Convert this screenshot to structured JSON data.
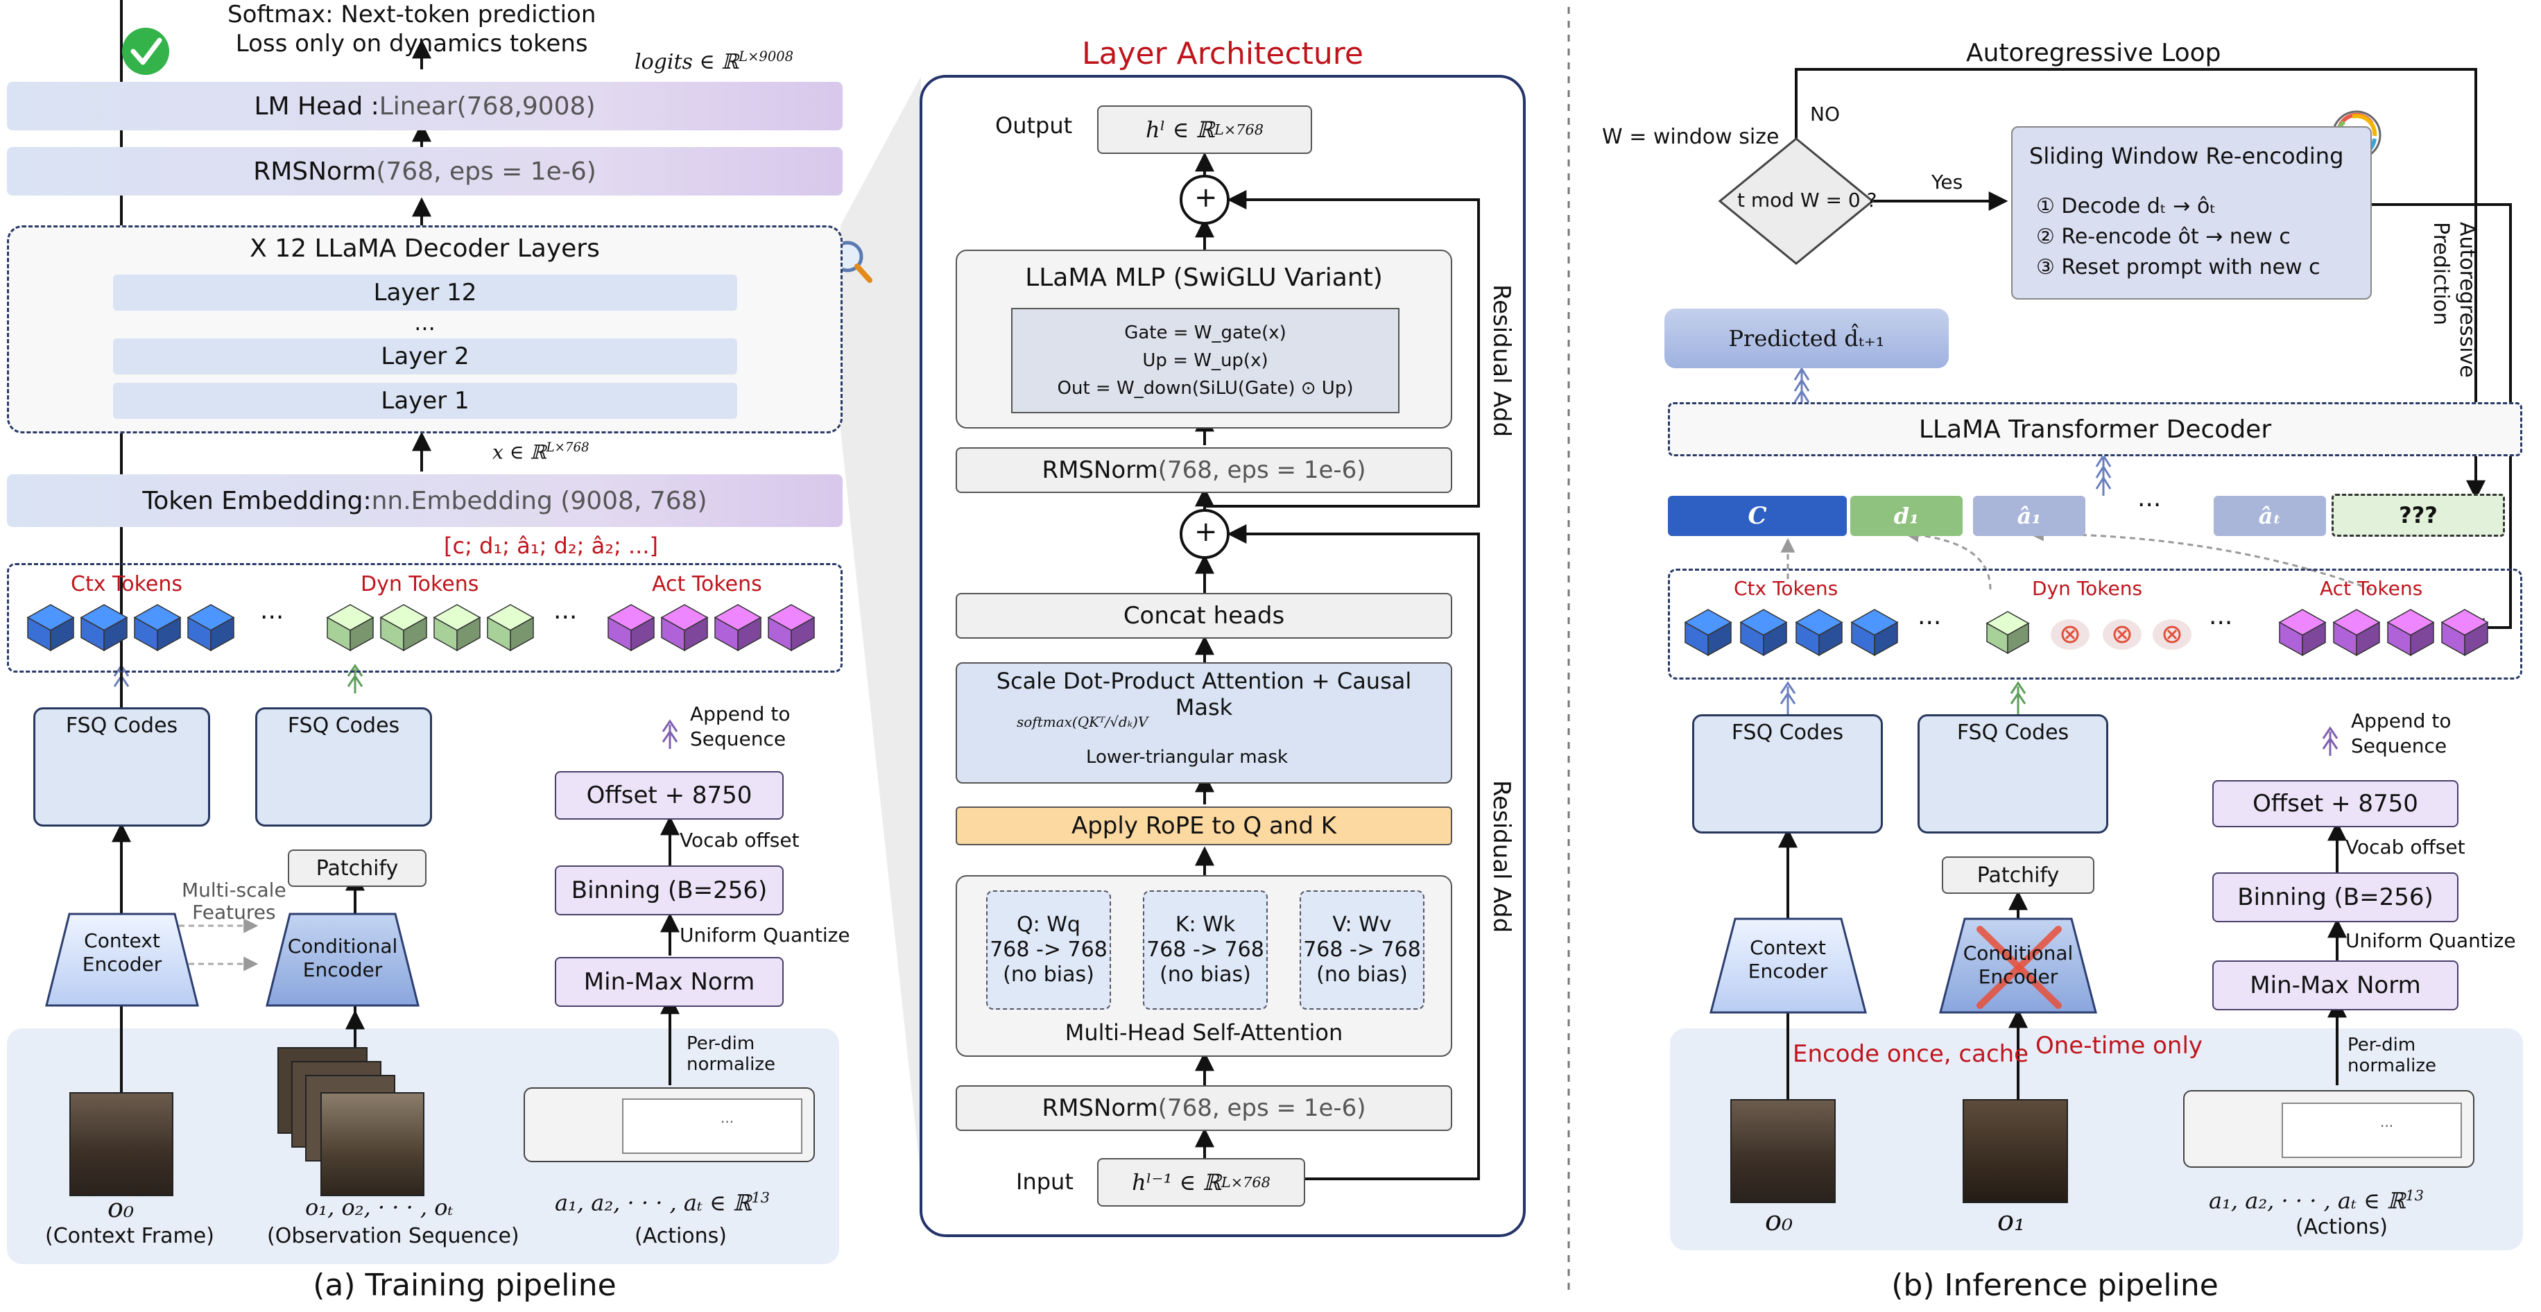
{
  "colors": {
    "accent_red": "#c0141c",
    "navy": "#24346b",
    "gold": "#fcd9a0",
    "cube_blue": "#3a6fd6",
    "cube_green": "#a8d19a",
    "cube_purple": "#b063d9"
  },
  "left": {
    "softmax_line1": "Softmax: Next-token prediction",
    "softmax_line2": "Loss only on dynamics tokens",
    "logits": "logits ∈ ℝ",
    "logits_sup": "L×9008",
    "lm_head_a": "LM Head : ",
    "lm_head_b": "Linear(768,9008)",
    "rmsnorm_a": "RMSNorm ",
    "rmsnorm_b": "(768, eps = 1e-6)",
    "decoder_title": "X 12 LLaMA Decoder Layers",
    "layers": [
      "Layer 12",
      "...",
      "Layer 2",
      "Layer 1"
    ],
    "x_label": "x ∈ ℝ",
    "x_sup": "L×768",
    "embed_a": "Token Embedding: ",
    "embed_b": "nn.Embedding (9008, 768)",
    "seq": "[c; d₁; â₁; d₂; â₂; ...]",
    "ctx_tokens": "Ctx Tokens",
    "dyn_tokens": "Dyn Tokens",
    "act_tokens": "Act Tokens",
    "dots": "···",
    "fsq1": "FSQ Codes",
    "fsq2": "FSQ Codes",
    "patchify": "Patchify",
    "multiscale": "Multi-scale\nFeatures",
    "context_encoder": "Context\nEncoder",
    "conditional_encoder": "Conditional\nEncoder",
    "append": "Append to\nSequence",
    "offset": "Offset + 8750",
    "vocab_offset": "Vocab offset",
    "binning": "Binning (B=256)",
    "uniform": "Uniform Quantize",
    "minmax": "Min-Max Norm",
    "perdim": "Per-dim\nnormalize",
    "o0": "o₀",
    "o0_label": "(Context Frame)",
    "obs_seq": "o₁, o₂, · · · , oₜ",
    "obs_label": "(Observation Sequence)",
    "actions_seq": "a₁, a₂, · · · , aₜ ∈ ℝ",
    "actions_sup": "13",
    "actions_label": "(Actions)",
    "table_dots": "...",
    "caption": "(a) Training pipeline"
  },
  "middle": {
    "title": "Layer Architecture",
    "output": "Output",
    "hl": "hˡ ∈ ℝ",
    "hl_sup": "L×768",
    "mlp_title": "LLaMA MLP (SwiGLU Variant)",
    "mlp_lines": [
      "Gate = W_gate(x)",
      "Up = W_up(x)",
      "Out = W_down(SiLU(Gate) ⊙ Up)"
    ],
    "rmsnorm_a": "RMSNorm ",
    "rmsnorm_b": "(768, eps = 1e-6)",
    "plus": "+",
    "concat": "Concat heads",
    "attn_title": "Scale Dot-Product Attention + Causal\nMask",
    "softmax_formula": "softmax(QKᵀ/√dₖ)V",
    "mask_label": "Lower-triangular mask",
    "rope": "Apply RoPE to Q and K",
    "q": "Q: Wq\n768 -> 768\n(no bias)",
    "k": "K: Wk\n768 -> 768\n(no bias)",
    "v": "V: Wv\n768 -> 768\n(no bias)",
    "mhsa": "Multi-Head Self-Attention",
    "input": "Input",
    "hl1": "hˡ⁻¹ ∈ ℝ",
    "hl1_sup": "L×768",
    "residual1": "Residual Add",
    "residual2": "Residual Add"
  },
  "right": {
    "autoreg_loop": "Autoregressive Loop",
    "window_size": "W = window size",
    "no": "NO",
    "yes": "Yes",
    "decision": "t mod W = 0 ?",
    "sliding_title": "Sliding Window Re-encoding",
    "sliding_lines": [
      "① Decode dₜ → ôₜ",
      "② Re-encode ôt → new c",
      "③ Reset prompt with new c"
    ],
    "autoreg_pred": "Autoregressive\nPrediction",
    "predicted": "Predicted d̂ₜ₊₁",
    "decoder": "LLaMA Transformer Decoder",
    "tok_c": "C",
    "tok_d": "d₁",
    "tok_a1": "â₁",
    "tok_dots": "···",
    "tok_at": "âₜ",
    "tok_q": "???",
    "ctx_tokens": "Ctx Tokens",
    "dyn_tokens": "Dyn Tokens",
    "act_tokens": "Act Tokens",
    "dots": "···",
    "fsq1": "FSQ Codes",
    "fsq2": "FSQ Codes",
    "patchify": "Patchify",
    "append": "Append to\nSequence",
    "offset": "Offset + 8750",
    "vocab_offset": "Vocab offset",
    "binning": "Binning (B=256)",
    "uniform": "Uniform Quantize",
    "minmax": "Min-Max Norm",
    "context_encoder": "Context\nEncoder",
    "conditional_encoder": "Conditional\nEncoder",
    "encode_once": "Encode once, cache",
    "one_time": "One-time only",
    "perdim": "Per-dim\nnormalize",
    "o0": "o₀",
    "o1": "o₁",
    "actions_seq": "a₁, a₂, · · · , aₜ ∈ ℝ",
    "actions_sup": "13",
    "actions_label": "(Actions)",
    "table_dots": "...",
    "caption": "(b) Inference pipeline"
  }
}
